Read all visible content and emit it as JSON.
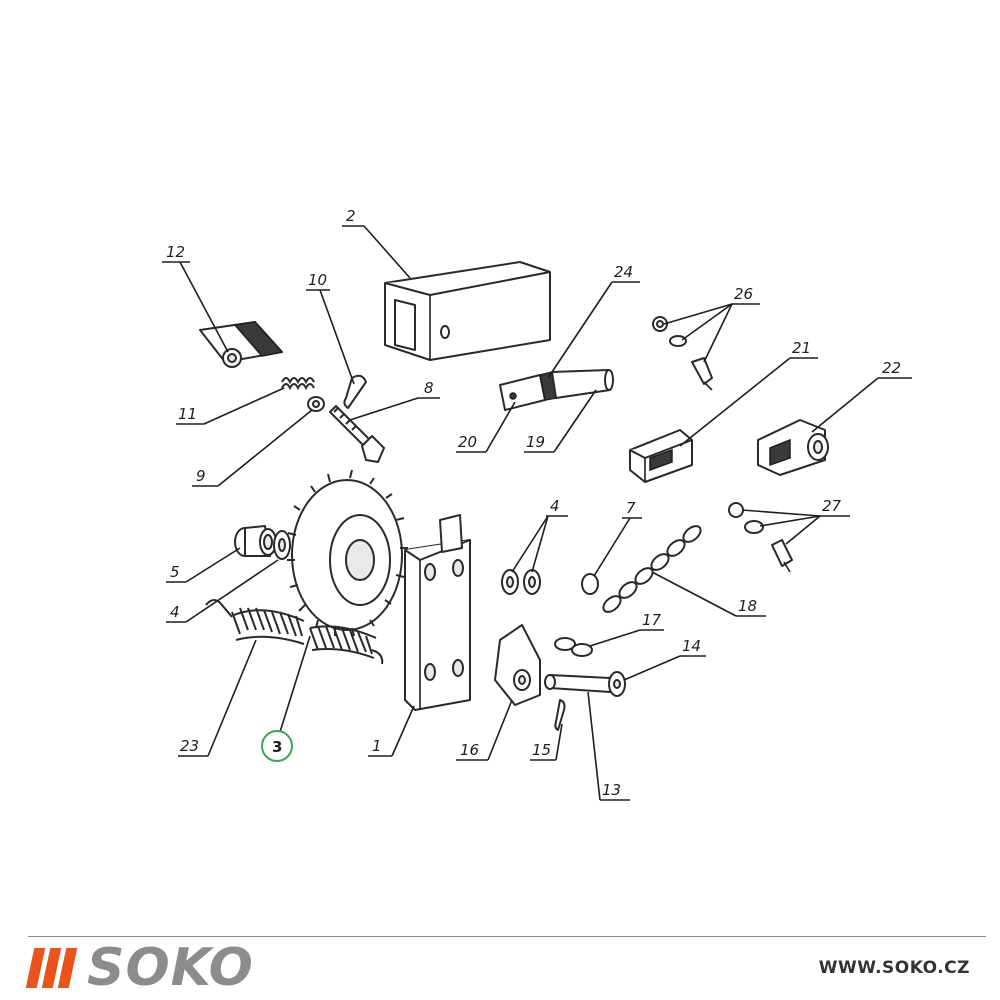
{
  "callouts": [
    {
      "id": "1",
      "label": "1",
      "highlighted": false
    },
    {
      "id": "2",
      "label": "2",
      "highlighted": false
    },
    {
      "id": "3",
      "label": "3",
      "highlighted": true,
      "highlight_color": "#3aa655"
    },
    {
      "id": "4a",
      "label": "4",
      "highlighted": false
    },
    {
      "id": "4b",
      "label": "4",
      "highlighted": false
    },
    {
      "id": "5",
      "label": "5",
      "highlighted": false
    },
    {
      "id": "7",
      "label": "7",
      "highlighted": false
    },
    {
      "id": "8",
      "label": "8",
      "highlighted": false
    },
    {
      "id": "9",
      "label": "9",
      "highlighted": false
    },
    {
      "id": "10",
      "label": "10",
      "highlighted": false
    },
    {
      "id": "11",
      "label": "11",
      "highlighted": false
    },
    {
      "id": "12",
      "label": "12",
      "highlighted": false
    },
    {
      "id": "13",
      "label": "13",
      "highlighted": false
    },
    {
      "id": "14",
      "label": "14",
      "highlighted": false
    },
    {
      "id": "15",
      "label": "15",
      "highlighted": false
    },
    {
      "id": "16",
      "label": "16",
      "highlighted": false
    },
    {
      "id": "17",
      "label": "17",
      "highlighted": false
    },
    {
      "id": "18",
      "label": "18",
      "highlighted": false
    },
    {
      "id": "19",
      "label": "19",
      "highlighted": false
    },
    {
      "id": "20",
      "label": "20",
      "highlighted": false
    },
    {
      "id": "21",
      "label": "21",
      "highlighted": false
    },
    {
      "id": "22",
      "label": "22",
      "highlighted": false
    },
    {
      "id": "23",
      "label": "23",
      "highlighted": false
    },
    {
      "id": "24",
      "label": "24",
      "highlighted": false
    },
    {
      "id": "26",
      "label": "26",
      "highlighted": false
    },
    {
      "id": "27",
      "label": "27",
      "highlighted": false
    }
  ],
  "footer": {
    "brand_name": "SOKO",
    "brand_color": "#e8541c",
    "website": "WWW.SOKO.CZ"
  }
}
